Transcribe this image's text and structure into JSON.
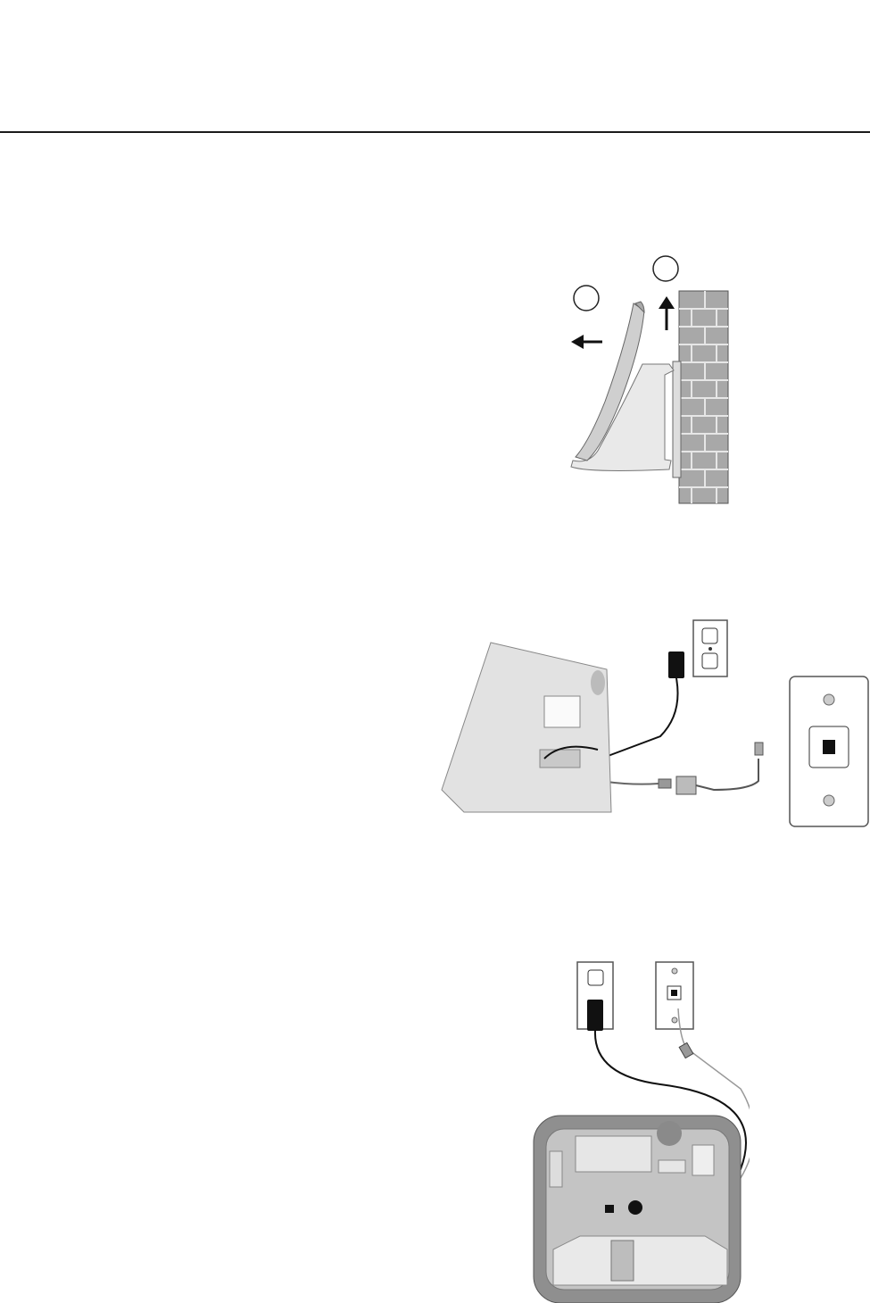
{
  "page": {
    "title": "",
    "figures": [
      {
        "id": "wall-removal",
        "icons": [
          "step-circle-icon",
          "arrow-up-icon",
          "arrow-left-icon",
          "brick-wall-icon",
          "telephone-base-icon"
        ]
      },
      {
        "id": "wall-connection",
        "icons": [
          "power-outlet-icon",
          "power-adapter-icon",
          "telephone-wall-jack-icon",
          "phone-cord-icon",
          "telephone-base-icon"
        ]
      },
      {
        "id": "table-connection",
        "icons": [
          "power-outlet-icon",
          "telephone-wall-jack-icon",
          "telephone-base-bottom-icon"
        ]
      }
    ]
  }
}
